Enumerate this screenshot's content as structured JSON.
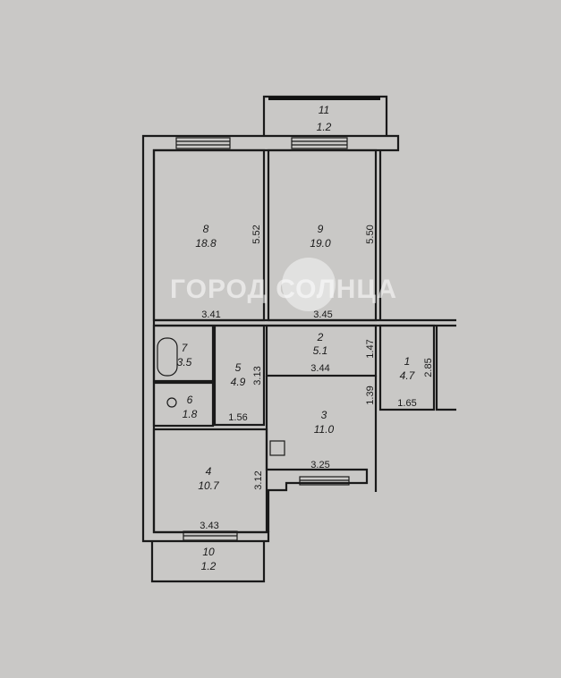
{
  "rooms": [
    {
      "number": "1",
      "area": "4.7"
    },
    {
      "number": "2",
      "area": "5.1"
    },
    {
      "number": "3",
      "area": "11.0"
    },
    {
      "number": "4",
      "area": "10.7"
    },
    {
      "number": "5",
      "area": "4.9"
    },
    {
      "number": "6",
      "area": "1.8"
    },
    {
      "number": "7",
      "area": "3.5"
    },
    {
      "number": "8",
      "area": "18.8"
    },
    {
      "number": "9",
      "area": "19.0"
    },
    {
      "number": "10",
      "area": "1.2"
    },
    {
      "number": "11",
      "area": "1.2"
    }
  ],
  "dimensions": {
    "room8_depth": "5.52",
    "room9_depth": "5.50",
    "room8_width": "3.41",
    "room9_width": "3.45",
    "room2_width": "3.44",
    "room2_depth": "1.47",
    "room5_depth": "3.13",
    "room5_width": "1.56",
    "room3_depth": "1.39",
    "room3_width": "3.25",
    "room1_width": "1.65",
    "room1_depth": "2.85",
    "room4_depth": "3.12",
    "room4_width": "3.43"
  },
  "watermark": "ГОРОД СОЛНЦА"
}
